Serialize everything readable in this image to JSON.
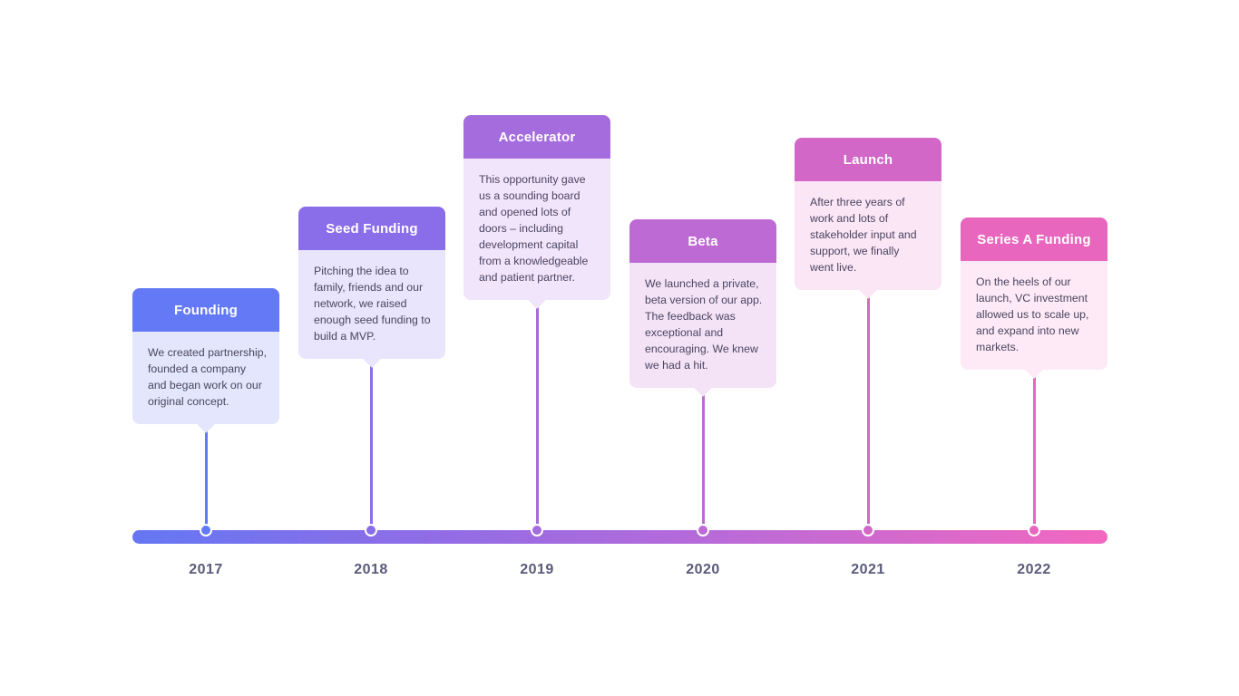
{
  "milestones": [
    {
      "title": "Founding",
      "text": "We created partnership,\nfounded a company\nand began work on our\noriginal concept.",
      "year": "2017",
      "accent": "#6479f5",
      "body_bg": "#e3e6fd"
    },
    {
      "title": "Seed Funding",
      "text": "Pitching the idea to\nfamily, friends and our\nnetwork, we raised\nenough seed funding to\nbuild a MVP.",
      "year": "2018",
      "accent": "#8a6de9",
      "body_bg": "#e9e5fc"
    },
    {
      "title": "Accelerator",
      "text": "This opportunity gave\nus a sounding board\nand opened lots of\ndoors – including\ndevelopment capital\nfrom a knowledgeable\nand patient partner.",
      "year": "2019",
      "accent": "#a56cdd",
      "body_bg": "#f1e5fb"
    },
    {
      "title": "Beta",
      "text": "We launched a private,\nbeta version of our app.\nThe feedback was\nexceptional and\nencouraging. We knew\nwe had a hit.",
      "year": "2020",
      "accent": "#bd6ad4",
      "body_bg": "#f4e3f7"
    },
    {
      "title": "Launch",
      "text": "After three years of\nwork and lots of\nstakeholder input and\nsupport, we finally\nwent live.",
      "year": "2021",
      "accent": "#d367c7",
      "body_bg": "#fbe6f6"
    },
    {
      "title": "Series A Funding",
      "text": "On the heels of our\nlaunch, VC investment\nallowed us to scale up,\nand expand into new\nmarkets.",
      "year": "2022",
      "accent": "#e866bd",
      "body_bg": "#fdeaf6"
    }
  ]
}
